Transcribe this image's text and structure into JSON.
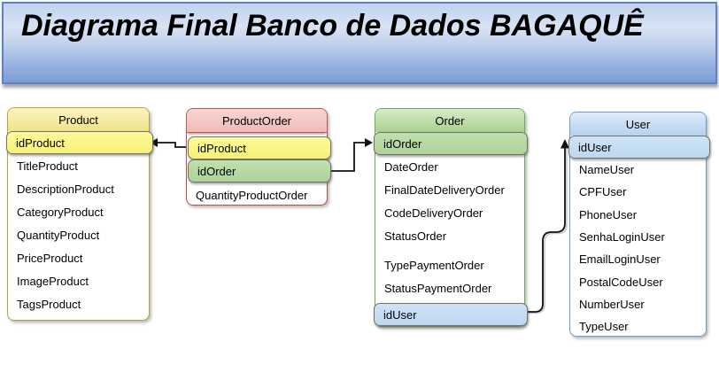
{
  "header": {
    "title": "Diagrama Final Banco de Dados BAGAQUÊ"
  },
  "tables": {
    "product": {
      "title": "Product",
      "pk": "idProduct",
      "rows": [
        "TitleProduct",
        "DescriptionProduct",
        "CategoryProduct",
        "QuantityProduct",
        "PriceProduct",
        "ImageProduct",
        "TagsProduct"
      ]
    },
    "productOrder": {
      "title": "ProductOrder",
      "keys": [
        "idProduct",
        "idOrder"
      ],
      "rows": [
        "QuantityProductOrder"
      ]
    },
    "order": {
      "title": "Order",
      "pk": "idOrder",
      "fk": "idUser",
      "rows": [
        "DateOrder",
        "FinalDateDeliveryOrder",
        "CodeDeliveryOrder",
        "StatusOrder",
        "TypePaymentOrder",
        "StatusPaymentOrder"
      ]
    },
    "user": {
      "title": "User",
      "pk": "idUser",
      "rows": [
        "NameUser",
        "CPFUser",
        "PhoneUser",
        "SenhaLoginUser",
        "EmailLoginUser",
        "PostalCodeUser",
        "NumberUser",
        "TypeUser"
      ]
    }
  },
  "relationships": [
    {
      "from": "ProductOrder.idProduct",
      "to": "Product.idProduct"
    },
    {
      "from": "ProductOrder.idOrder",
      "to": "Order.idOrder"
    },
    {
      "from": "Order.idUser",
      "to": "User.idUser"
    }
  ],
  "colors": {
    "banner_border": "#5e82c4",
    "banner_fill_top": "#c2d3ee",
    "banner_fill_bottom": "#7c9fd6",
    "product_border": "#b7a33f",
    "product_header": "#f2e79c",
    "product_order_border": "#c0504d",
    "product_order_header": "#f2c8c5",
    "order_border": "#72a94e",
    "order_header": "#a9d18e",
    "user_border": "#6f9ccd",
    "user_header": "#bdd7ee",
    "key_yellow": "#faf68a",
    "key_green": "#b7d9a4",
    "key_blue": "#c5ddf2",
    "key_border": "#72726a",
    "connector": "#111111"
  }
}
